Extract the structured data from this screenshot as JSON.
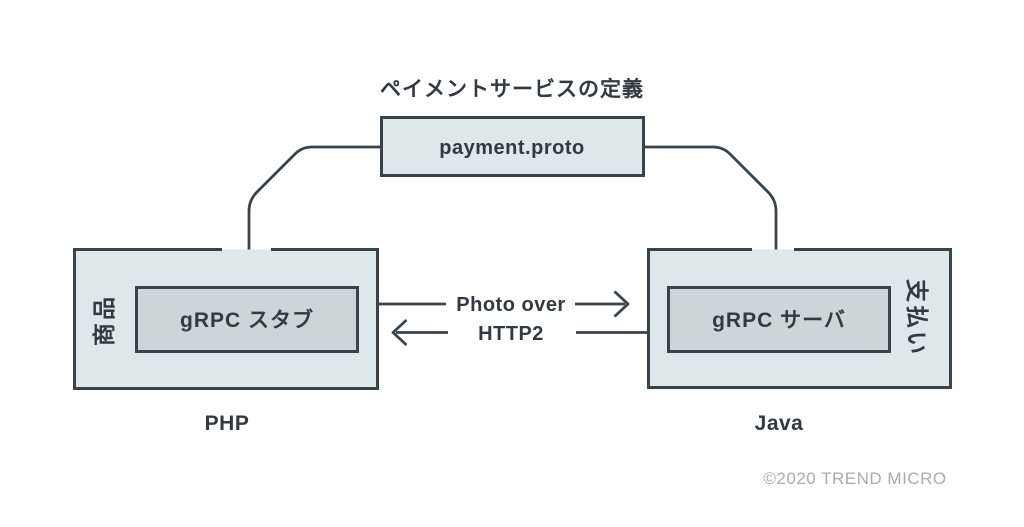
{
  "diagram": {
    "title": "ペイメントサービスの定義",
    "proto_box": {
      "label": "payment.proto"
    },
    "left_system": {
      "service_label": "商品",
      "component_label": "gRPC スタブ",
      "language_label": "PHP"
    },
    "right_system": {
      "service_label": "支払い",
      "component_label": "gRPC サーバ",
      "language_label": "Java"
    },
    "connection": {
      "label_line1": "Photo over",
      "label_line2": "HTTP2"
    },
    "copyright": "©2020 TREND MICRO"
  },
  "colors": {
    "background": "#ffffff",
    "box_fill": "#dee7ea",
    "inner_box_fill": "#cdd5d9",
    "stroke": "#38434c",
    "text": "#313a43",
    "copyright_text": "#a7abaf"
  }
}
